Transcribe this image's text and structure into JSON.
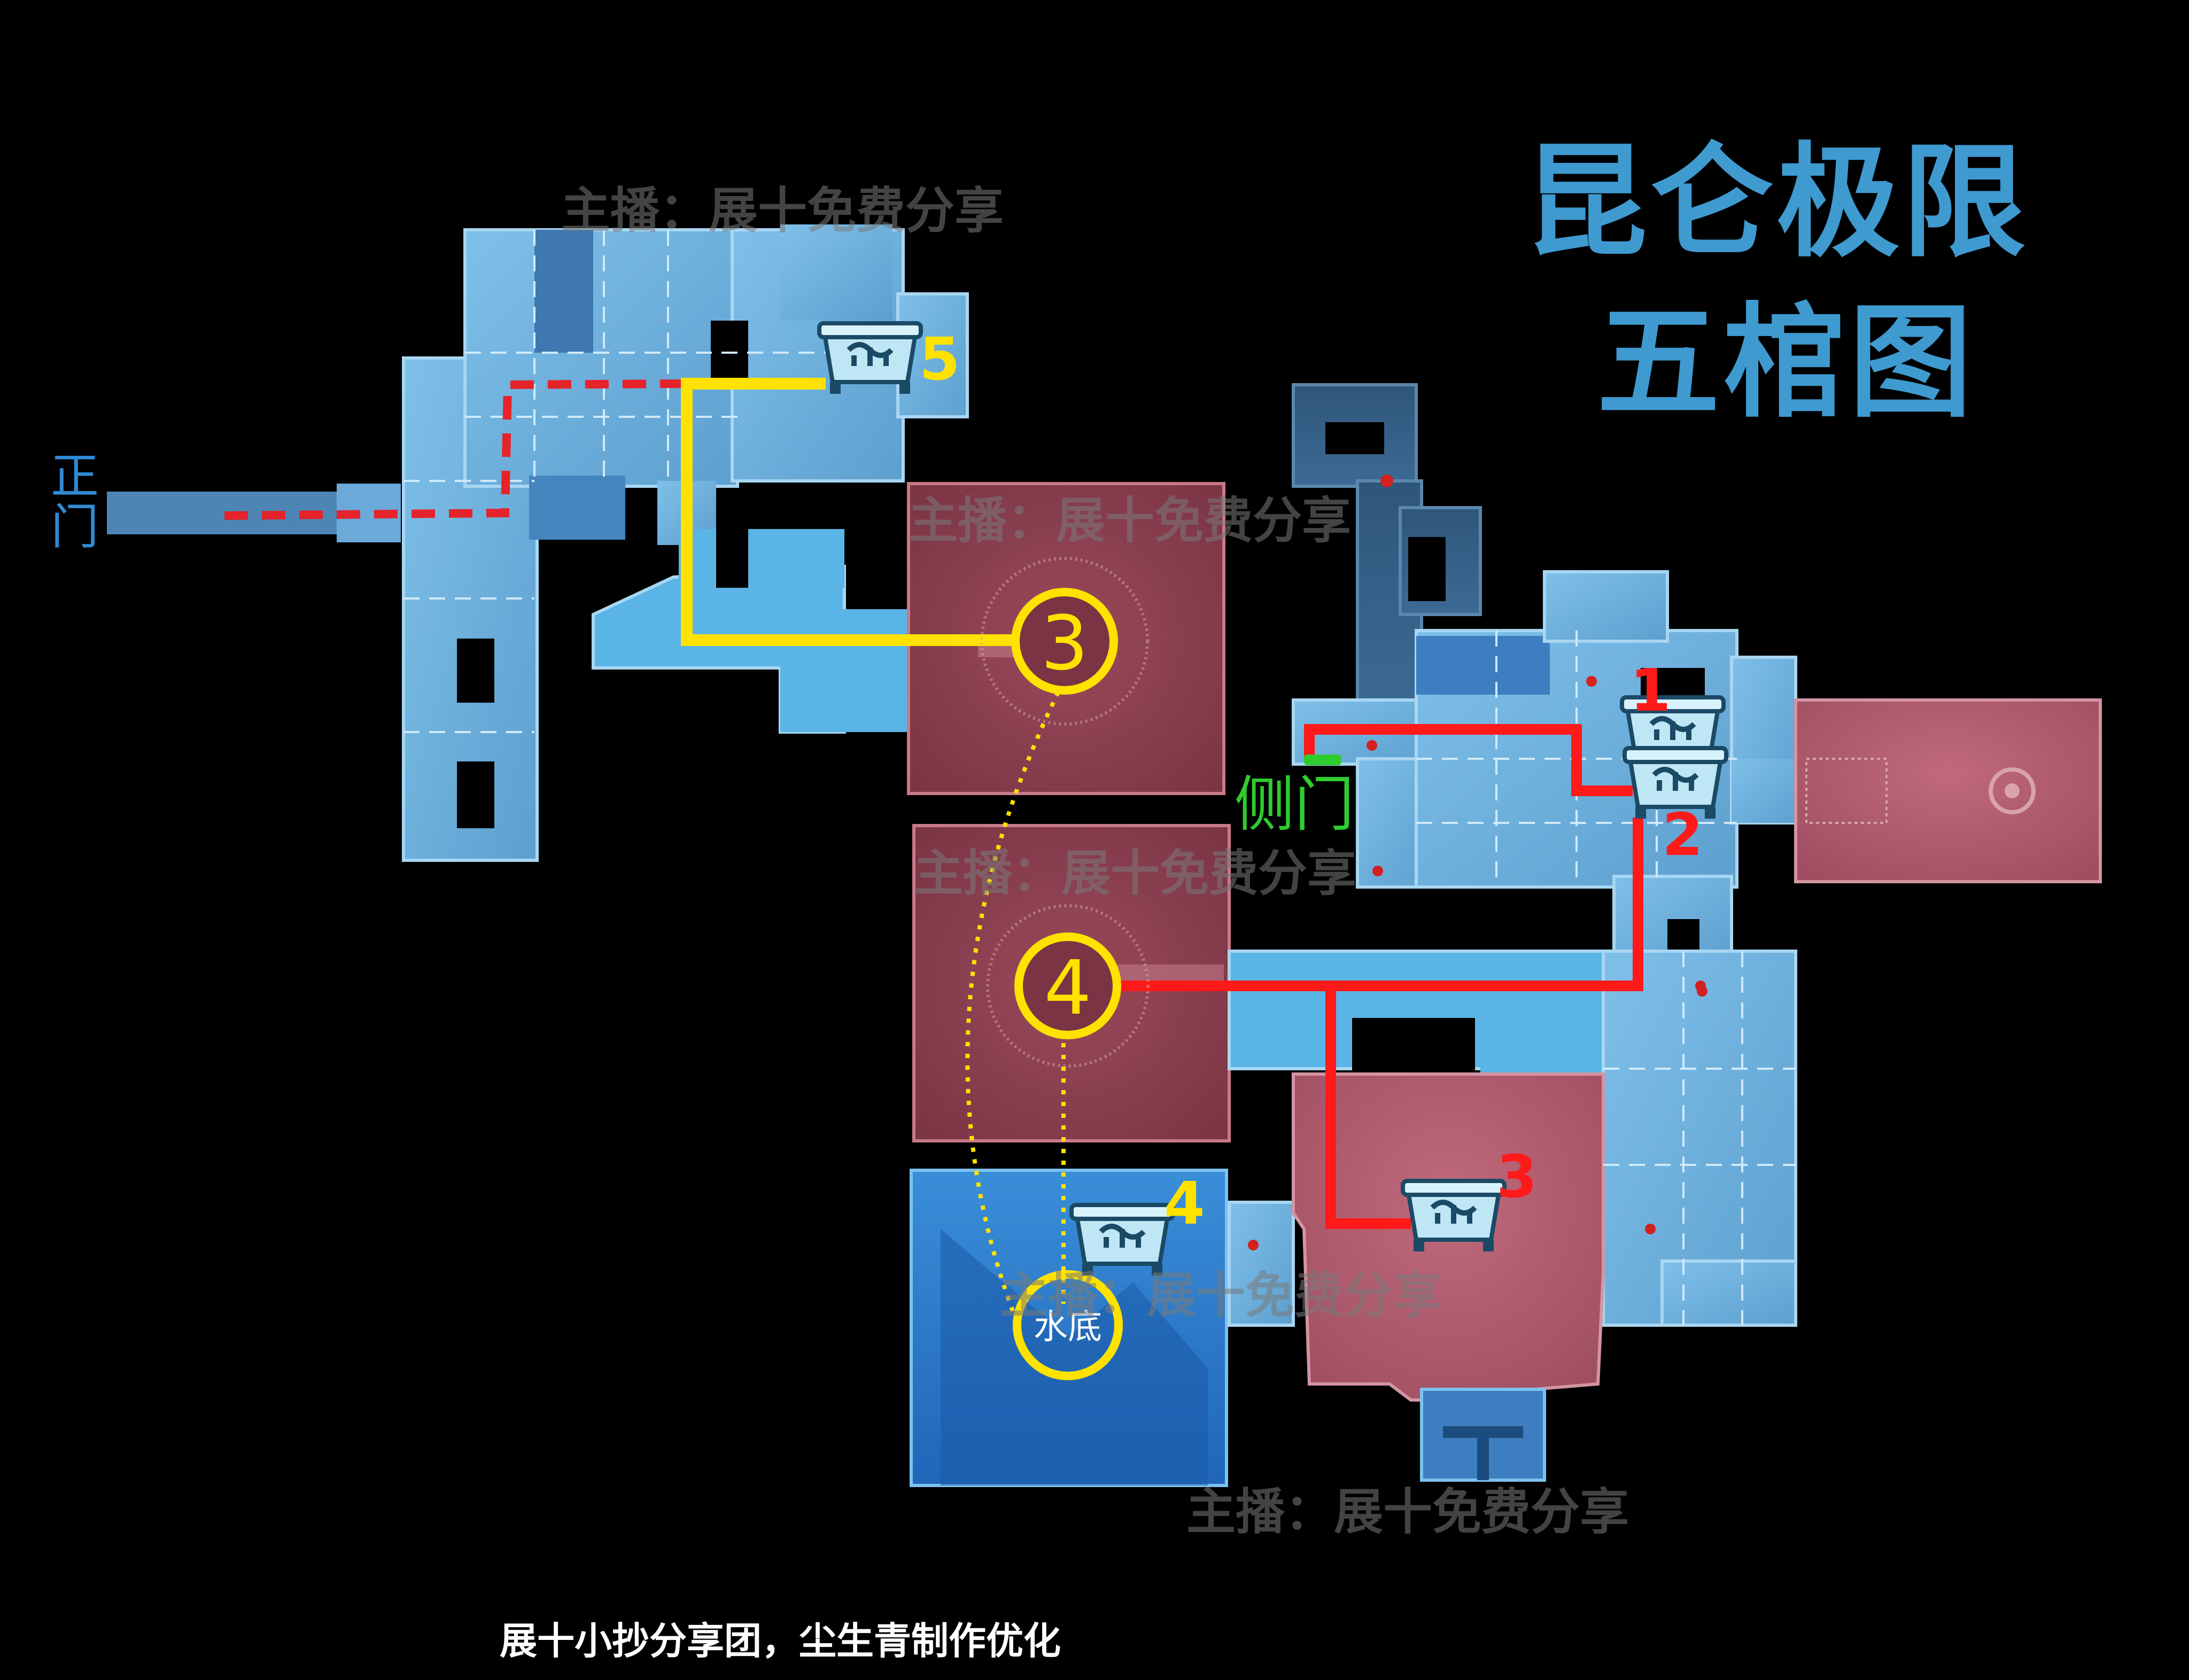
{
  "map": {
    "title_line1": "昆仑极限",
    "title_line2": "五棺图",
    "main_gate_label": "正门",
    "side_gate_label": "侧门",
    "underwater_label": "水底",
    "credit": "展十小抄分享团，尘生青制作优化",
    "watermarks": [
      "主播：展十免费分享",
      "主播：展十免费分享",
      "主播：展十免费分享",
      "主播：展十免费分享",
      "主播：展十免费分享"
    ],
    "yellow_markers": {
      "m3": "3",
      "m4": "4"
    },
    "coffin_labels": {
      "c5": "5",
      "c4": "4",
      "c1": "1",
      "c2": "2",
      "c3": "3"
    },
    "colors": {
      "background": "#000000",
      "room_blue": "#6fb3e0",
      "room_dark": "#2b4d6b",
      "hall_red": "#8a3f4e",
      "water_blue": "#2a78c8",
      "route_yellow": "#ffe200",
      "route_red": "#ff1a1a",
      "side_gate_green": "#2ecc2e",
      "title_blue": "#3f9ad0",
      "coffin_icon": "#bfe6f5"
    },
    "icons": [
      "coffin-icon",
      "dashed-entry-route",
      "yellow-route",
      "red-route"
    ]
  }
}
